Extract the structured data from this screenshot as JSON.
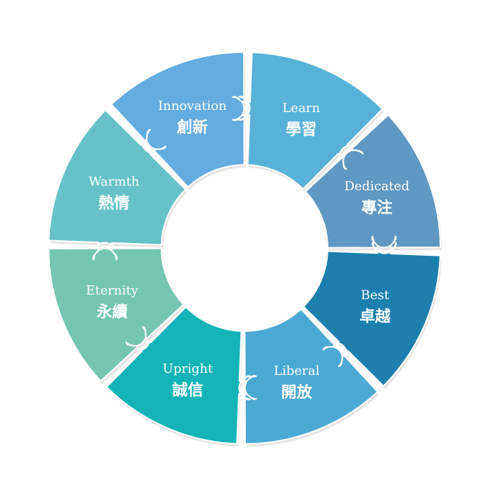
{
  "segments": [
    {
      "id": "warmth",
      "en": "Warmth",
      "zh": "熱情",
      "color": "#66c2c8",
      "dark": "#4fa9b0"
    },
    {
      "id": "innovation",
      "en": "Innovation",
      "zh": "創新",
      "color": "#62ace0",
      "dark": "#4a92c7"
    },
    {
      "id": "learn",
      "en": "Learn",
      "zh": "學習",
      "color": "#58b2d8",
      "dark": "#4399bf"
    },
    {
      "id": "dedicated",
      "en": "Dedicated",
      "zh": "專注",
      "color": "#5f98c2",
      "dark": "#4a80a9"
    },
    {
      "id": "best",
      "en": "Best",
      "zh": "卓越",
      "color": "#1d7fae",
      "dark": "#156891"
    },
    {
      "id": "liberal",
      "en": "Liberal",
      "zh": "開放",
      "color": "#4ba9d4",
      "dark": "#3990ba"
    },
    {
      "id": "upright",
      "en": "Upright",
      "zh": "誠信",
      "color": "#14b3b7",
      "dark": "#0f989c"
    },
    {
      "id": "eternity",
      "en": "Eternity",
      "zh": "永續",
      "color": "#74c6b0",
      "dark": "#5cab96"
    }
  ]
}
